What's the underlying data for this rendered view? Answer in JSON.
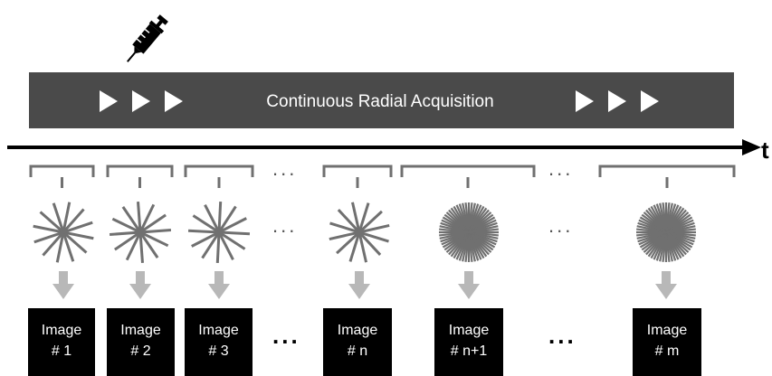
{
  "banner": {
    "label": "Continuous Radial Acquisition",
    "bg_color": "#4a4a4a"
  },
  "timeline": {
    "axis_label": "t"
  },
  "colors": {
    "spoke": "#707070",
    "bracket": "#707070",
    "arrow": "#b8b8b8",
    "image_box": "#000000"
  },
  "icons": [
    "syringe-icon",
    "play-arrow-icon"
  ],
  "frames": [
    {
      "line1": "Image",
      "line2": "# 1",
      "spoke_density": "sparse"
    },
    {
      "line1": "Image",
      "line2": "# 2",
      "spoke_density": "sparse"
    },
    {
      "line1": "Image",
      "line2": "# 3",
      "spoke_density": "sparse"
    },
    {
      "line1": "Image",
      "line2": "# n",
      "spoke_density": "sparse"
    },
    {
      "line1": "Image",
      "line2": "# n+1",
      "spoke_density": "dense"
    },
    {
      "line1": "Image",
      "line2": "# m",
      "spoke_density": "dense"
    }
  ],
  "ellipsis": "..."
}
